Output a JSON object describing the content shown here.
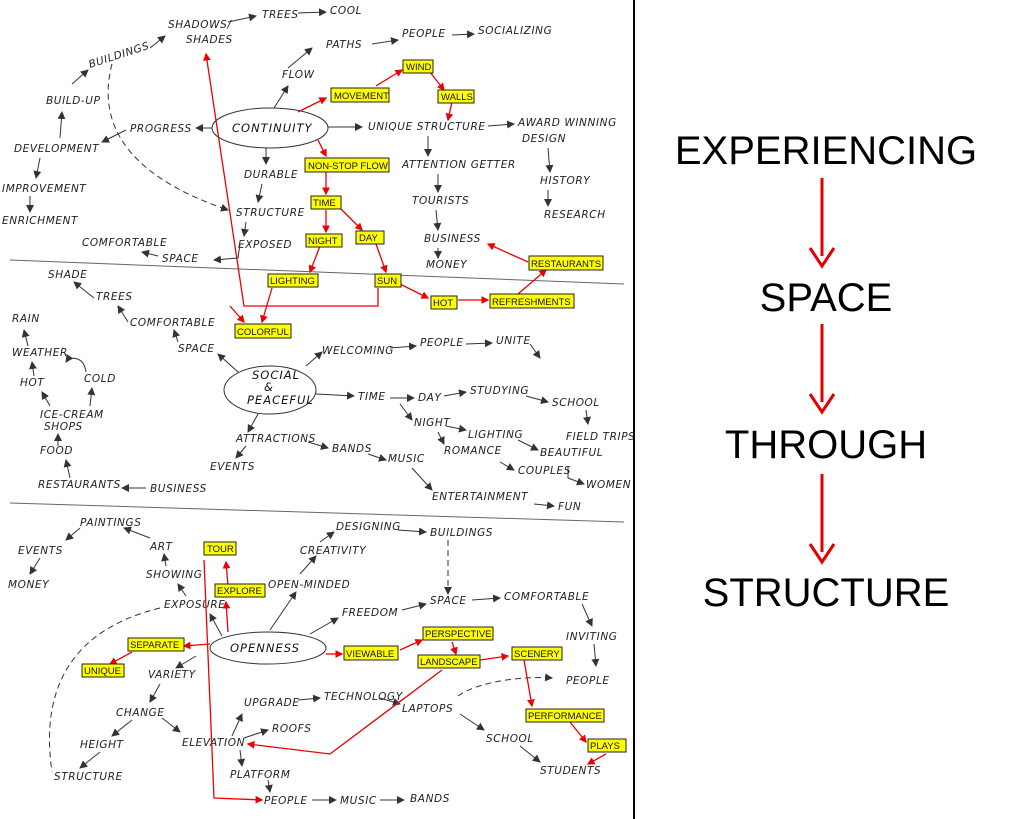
{
  "right_panel": {
    "words": [
      "EXPERIENCING",
      "SPACE",
      "THROUGH",
      "STRUCTURE"
    ],
    "arrow_color": "#e00000"
  },
  "section1": {
    "hub": "CONTINUITY",
    "labels": {
      "shadows": "SHADOWS/",
      "shades": "SHADES",
      "trees": "TREES",
      "cool": "COOL",
      "buildings": "BUILDINGS",
      "paths": "PATHS",
      "people": "PEOPLE",
      "socializing": "SOCIALIZING",
      "flow": "FLOW",
      "buildup": "BUILD-UP",
      "progress": "PROGRESS",
      "development": "DEVELOPMENT",
      "improvement": "IMPROVEMENT",
      "enrichment": "ENRICHMENT",
      "durable": "DURABLE",
      "structure": "STRUCTURE",
      "exposed": "EXPOSED",
      "comfortable": "COMFORTABLE",
      "space": "SPACE",
      "unique_structure": "UNIQUE STRUCTURE",
      "award": "AWARD WINNING",
      "design": "DESIGN",
      "history": "HISTORY",
      "research": "RESEARCH",
      "attention": "ATTENTION GETTER",
      "tourists": "TOURISTS",
      "business": "BUSINESS",
      "money": "MONEY"
    },
    "boxes": {
      "movement": "MOVEMENT",
      "wind": "WIND",
      "walls": "WALLS",
      "nonstop": "NON-STOP FLOW",
      "time": "TIME",
      "night": "NIGHT",
      "day": "DAY",
      "lighting": "LIGHTING",
      "sun": "SUN",
      "hot": "HOT",
      "refreshments": "REFRESHMENTS",
      "restaurants": "RESTAURANTS",
      "colorful": "COLORFUL"
    }
  },
  "section2": {
    "hub_line1": "SOCIAL",
    "hub_line2": "&",
    "hub_line3": "PEACEFUL",
    "labels": {
      "shade": "SHADE",
      "trees": "TREES",
      "comfortable": "COMFORTABLE",
      "space": "SPACE",
      "rain": "RAIN",
      "weather": "WEATHER",
      "hot": "HOT",
      "cold": "COLD",
      "icecream": "ICE-CREAM",
      "shops": "SHOPS",
      "food": "FOOD",
      "restaurants": "RESTAURANTS",
      "business": "BUSINESS",
      "welcoming": "WELCOMING",
      "people": "PEOPLE",
      "unite": "UNITE",
      "time": "TIME",
      "day": "DAY",
      "studying": "STUDYING",
      "school": "SCHOOL",
      "fieldtrips": "FIELD TRIPS",
      "night": "NIGHT",
      "lighting": "LIGHTING",
      "beautiful": "BEAUTIFUL",
      "romance": "ROMANCE",
      "couples": "COUPLES",
      "women": "WOMEN",
      "attractions": "ATTRACTIONS",
      "bands": "BANDS",
      "music": "MUSIC",
      "events": "EVENTS",
      "entertainment": "ENTERTAINMENT",
      "fun": "FUN"
    }
  },
  "section3": {
    "hub": "OPENNESS",
    "labels": {
      "paintings": "PAINTINGS",
      "events": "EVENTS",
      "money": "MONEY",
      "art": "ART",
      "showing": "SHOWING",
      "exposure": "EXPOSURE",
      "creativity": "CREATIVITY",
      "designing": "DESIGNING",
      "buildings": "BUILDINGS",
      "openminded": "OPEN-MINDED",
      "freedom": "FREEDOM",
      "space": "SPACE",
      "comfortable": "COMFORTABLE",
      "inviting": "INVITING",
      "people": "PEOPLE",
      "variety": "VARIETY",
      "change": "CHANGE",
      "height": "HEIGHT",
      "structure": "STRUCTURE",
      "elevation": "ELEVATION",
      "upgrade": "UPGRADE",
      "technology": "TECHNOLOGY",
      "laptops": "LAPTOPS",
      "roofs": "ROOFS",
      "platform": "PLATFORM",
      "school": "SCHOOL",
      "students": "STUDENTS",
      "people2": "PEOPLE",
      "music": "MUSIC",
      "bands": "BANDS"
    },
    "boxes": {
      "tour": "TOUR",
      "explore": "EXPLORE",
      "separate": "SEPARATE",
      "unique": "UNIQUE",
      "viewable": "VIEWABLE",
      "perspective": "PERSPECTIVE",
      "landscape": "LANDSCAPE",
      "scenery": "SCENERY",
      "performance": "PERFORMANCE",
      "plays": "PLAYS"
    }
  }
}
